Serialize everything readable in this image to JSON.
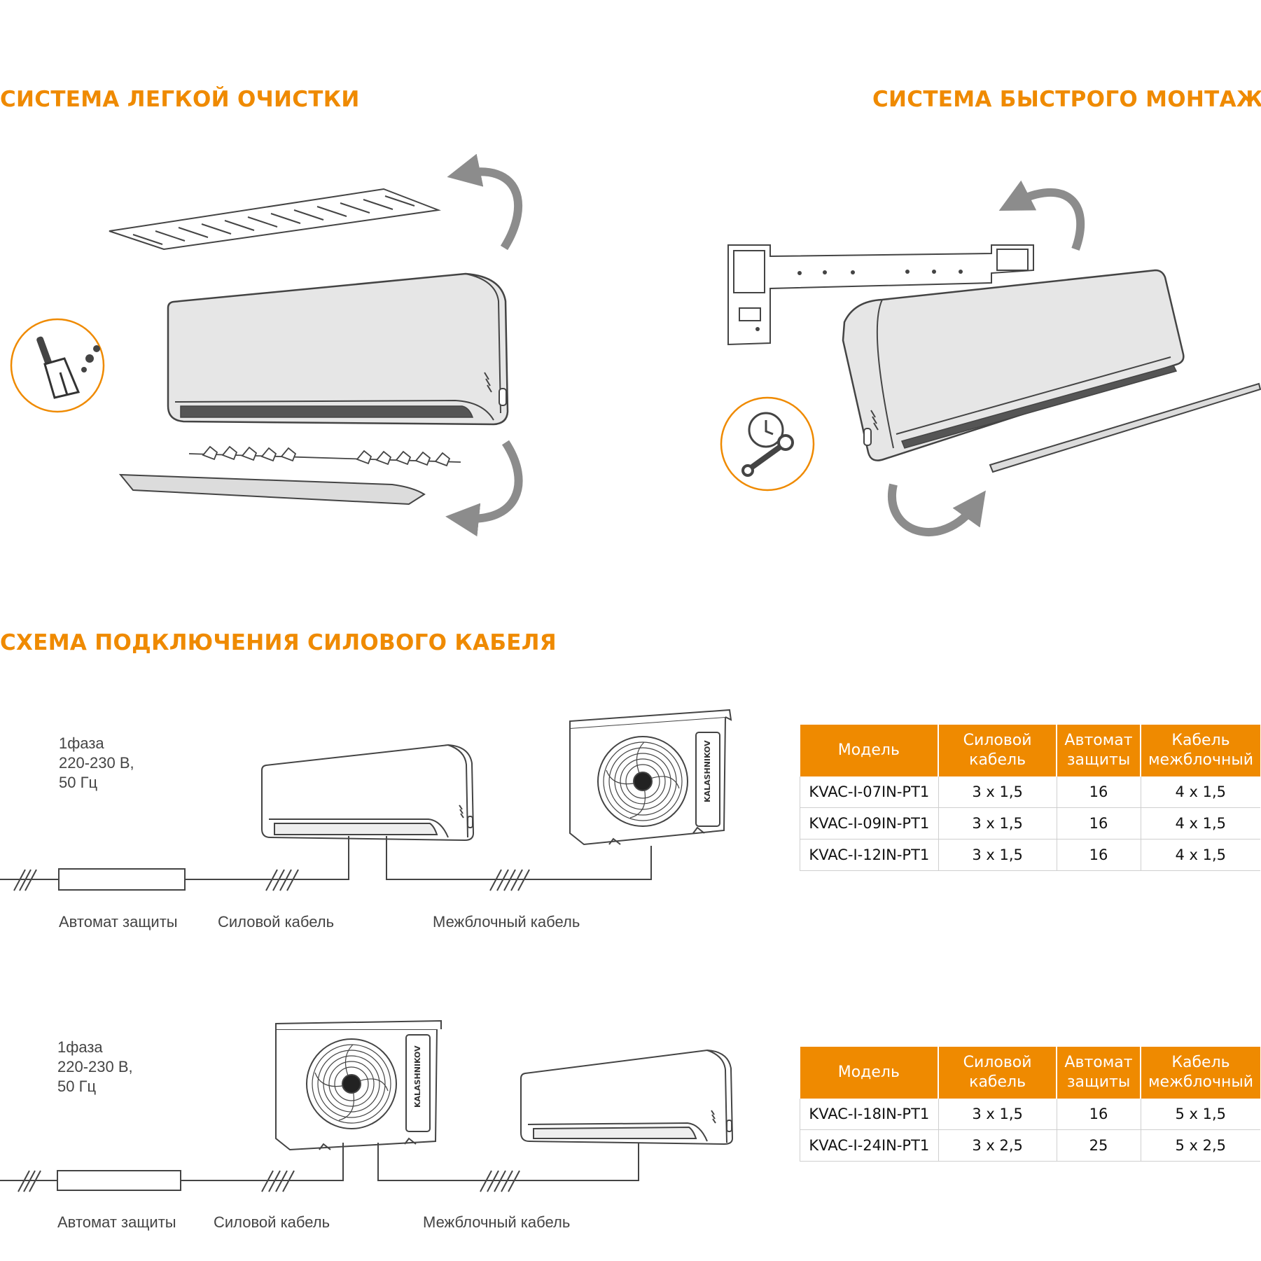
{
  "headings": {
    "easy_clean": "СИСТЕМА ЛЕГКОЙ ОЧИСТКИ",
    "fast_mount": "СИСТЕМА БЫСТРОГО МОНТАЖА",
    "wiring": "СХЕМА ПОДКЛЮЧЕНИЯ СИЛОВОГО КАБЕЛЯ"
  },
  "icons": {
    "easy_clean": "broom-icon",
    "fast_mount": "clock-wrench-icon"
  },
  "colors": {
    "accent": "#ef8a00",
    "arrow": "#8c8c8c",
    "line": "#444444"
  },
  "diagram1": {
    "power": [
      "1фаза",
      "220-230 В,",
      "50 Гц"
    ],
    "breaker_label": "Автомат защиты",
    "power_cable_label": "Силовой кабель",
    "interunit_cable_label": "Межблочный кабель",
    "brand": "KALASHNIKOV"
  },
  "diagram2": {
    "power": [
      "1фаза",
      "220-230 В,",
      "50 Гц"
    ],
    "breaker_label": "Автомат защиты",
    "power_cable_label": "Силовой кабель",
    "interunit_cable_label": "Межблочный кабель",
    "brand": "KALASHNIKOV"
  },
  "table1": {
    "headers": [
      "Модель",
      "Силовой кабель",
      "Автомат защиты",
      "Кабель межблочный"
    ],
    "rows": [
      [
        "KVAC-I-07IN-PT1",
        "3 x 1,5",
        "16",
        "4 x 1,5"
      ],
      [
        "KVAC-I-09IN-PT1",
        "3 x 1,5",
        "16",
        "4 x 1,5"
      ],
      [
        "KVAC-I-12IN-PT1",
        "3 x 1,5",
        "16",
        "4 x 1,5"
      ]
    ]
  },
  "table2": {
    "headers": [
      "Модель",
      "Силовой кабель",
      "Автомат защиты",
      "Кабель межблочный"
    ],
    "rows": [
      [
        "KVAC-I-18IN-PT1",
        "3 x 1,5",
        "16",
        "5 x 1,5"
      ],
      [
        "KVAC-I-24IN-PT1",
        "3 x 2,5",
        "25",
        "5 x 2,5"
      ]
    ]
  }
}
